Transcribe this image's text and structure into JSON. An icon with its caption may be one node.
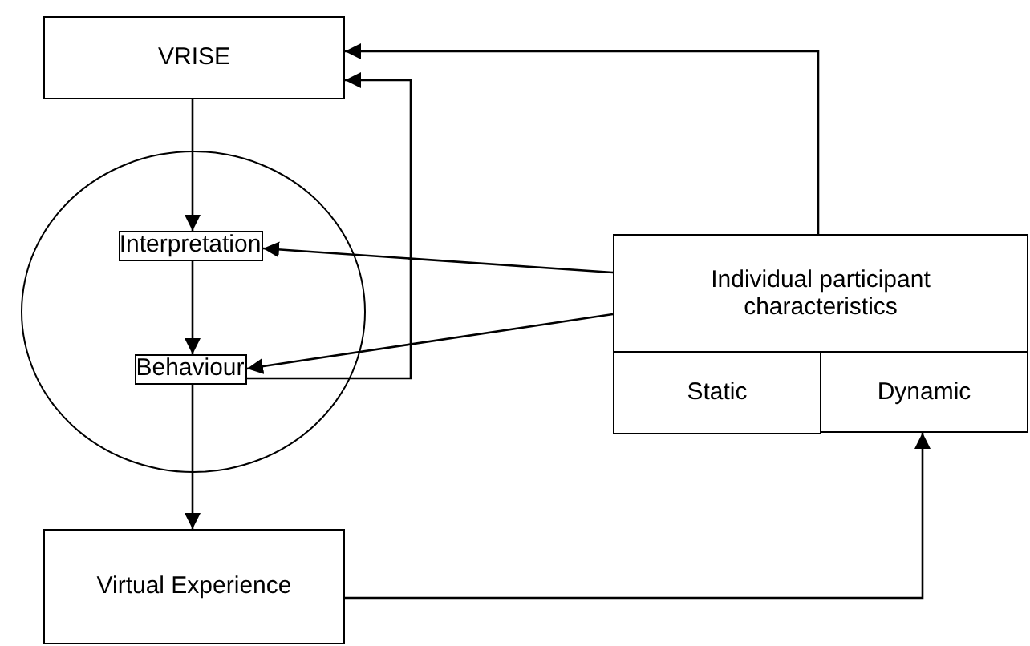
{
  "diagram": {
    "nodes": [
      {
        "text": [
          "VRISE"
        ]
      },
      {
        "text": [],
        "shape": "circle"
      },
      {
        "text": [
          "Interpretation"
        ],
        "in": 1
      },
      {
        "text": [
          "Behaviour"
        ],
        "in": 1
      },
      {
        "text": [
          "Virtual Experience"
        ]
      },
      {
        "text": [
          "Individual participant characteristics"
        ]
      },
      {
        "text": [
          "Static"
        ]
      },
      {
        "text": [
          "Dynamic"
        ]
      }
    ],
    "edges": [
      {
        "from": 0,
        "to": 2,
        "arrow": "to"
      },
      {
        "from": 2,
        "to": 3,
        "arrow": "to"
      },
      {
        "from": 3,
        "to": 4,
        "arrow": "to"
      },
      {
        "from": 3,
        "to": 0,
        "arrow": "to"
      },
      {
        "from": 5,
        "to": 0,
        "arrow": "to"
      },
      {
        "from": 5,
        "to": 2,
        "arrow": "to"
      },
      {
        "from": 5,
        "to": 3,
        "arrow": "to"
      },
      {
        "from": 4,
        "to": 7,
        "arrow": "to"
      }
    ]
  }
}
